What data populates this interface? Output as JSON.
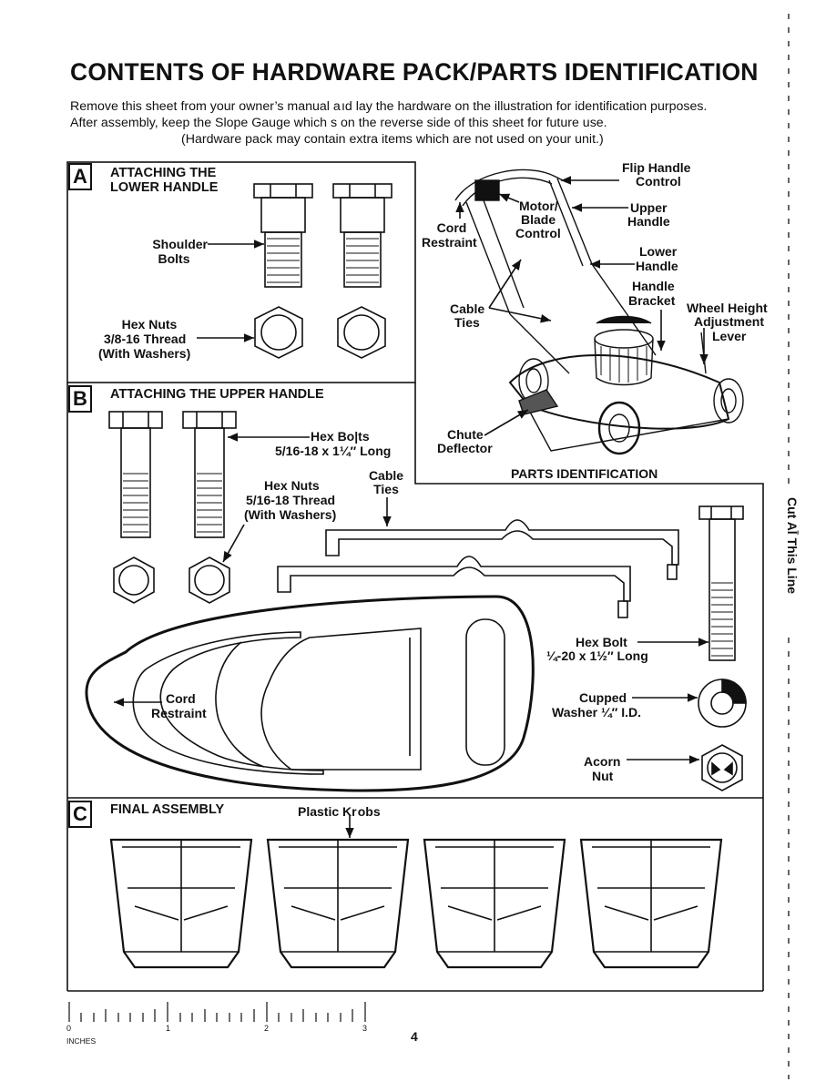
{
  "header": {
    "title": "CONTENTS OF HARDWARE PACK/PARTS IDENTIFICATION",
    "intro_line1": "Remove this sheet from your owner’s manual a ıd lay the hardware on the illustration for identification purposes.",
    "intro_line2": "After assembly, keep the Slope Gauge which  s on the reverse side of this sheet for future use.",
    "intro_line3": "(Hardware pack may contain extra items which are not used on your unit.)"
  },
  "section_a": {
    "letter": "A",
    "title_line1": "ATTACHING THE",
    "title_line2": "LOWER HANDLE",
    "shoulder_bolts_line1": "Shoulder",
    "shoulder_bolts_line2": "Bolts",
    "hex_nuts_line1": "Hex Nuts",
    "hex_nuts_line2": "3/8-16 Thread",
    "hex_nuts_line3": "(With Washers)"
  },
  "section_b": {
    "letter": "B",
    "title": "ATTACHING THE UPPER HANDLE",
    "hex_bolts_line1": "Hex Bo|ts",
    "hex_bolts_line2": "5/16-18 x 1¼″ Long",
    "hex_nuts_line1": "Hex Nuts",
    "hex_nuts_line2": "5/16-18 Thread",
    "hex_nuts_line3": "(With Washers)",
    "cable_ties_line1": "Cable",
    "cable_ties_line2": "Ties"
  },
  "mower": {
    "flip_handle_line1": "Flip Handle",
    "flip_handle_line2": "Control",
    "motor_line1": "Motor/",
    "motor_line2": "Blade",
    "motor_line3": "Control",
    "upper_handle_line1": "Upper",
    "upper_handle_line2": "Handle",
    "cord_restraint_line1": "Cord",
    "cord_restraint_line2": "Restraint",
    "lower_handle_line1": "Lower",
    "lower_handle_line2": "Handle",
    "handle_bracket_line1": "Handle",
    "handle_bracket_line2": "Bracket",
    "cable_ties_line1": "Cable",
    "cable_ties_line2": "Ties",
    "wheel_height_line1": "Wheel Height",
    "wheel_height_line2": "Adjustment",
    "wheel_height_line3": "Lever",
    "chute_line1": "Chute",
    "chute_line2": "Deflector",
    "parts_identification": "PARTS IDENTIFICATION"
  },
  "parts": {
    "hex_bolt_line1": "Hex Bolt",
    "hex_bolt_line2": "¼-20 x 1½″ Long",
    "cupped_washer_line1": "Cupped",
    "cupped_washer_line2": "Washer ¼″ I.D.",
    "acorn_nut_line1": "Acorn",
    "acorn_nut_line2": "Nut",
    "cord_restraint_line1": "Cord",
    "cord_restraint_line2": "Restraint"
  },
  "section_c": {
    "letter": "C",
    "title": "FINAL ASSEMBLY",
    "plastic_knobs": "Plastic Kr obs"
  },
  "ruler": {
    "marks": [
      "0",
      "1",
      "2",
      "3"
    ],
    "unit": "INCHES"
  },
  "footer": {
    "page_number": "4",
    "cut_line": "Cut Al̄  This Line"
  }
}
